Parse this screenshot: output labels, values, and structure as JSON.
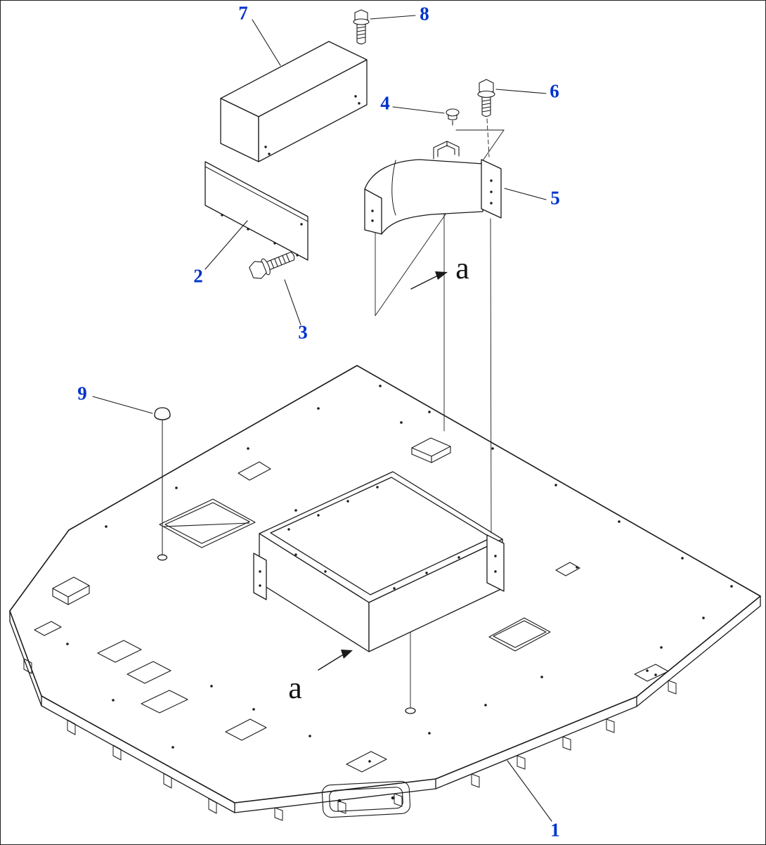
{
  "colors": {
    "background": "#ffffff",
    "line": "#1a1a1a",
    "callout": "#0033cc"
  },
  "callouts": [
    {
      "id": "1",
      "label": "1"
    },
    {
      "id": "2",
      "label": "2"
    },
    {
      "id": "3",
      "label": "3"
    },
    {
      "id": "4",
      "label": "4"
    },
    {
      "id": "5",
      "label": "5"
    },
    {
      "id": "6",
      "label": "6"
    },
    {
      "id": "7",
      "label": "7"
    },
    {
      "id": "8",
      "label": "8"
    },
    {
      "id": "9",
      "label": "9"
    }
  ],
  "section_labels": [
    {
      "id": "a-upper",
      "label": "a"
    },
    {
      "id": "a-lower",
      "label": "a"
    }
  ]
}
